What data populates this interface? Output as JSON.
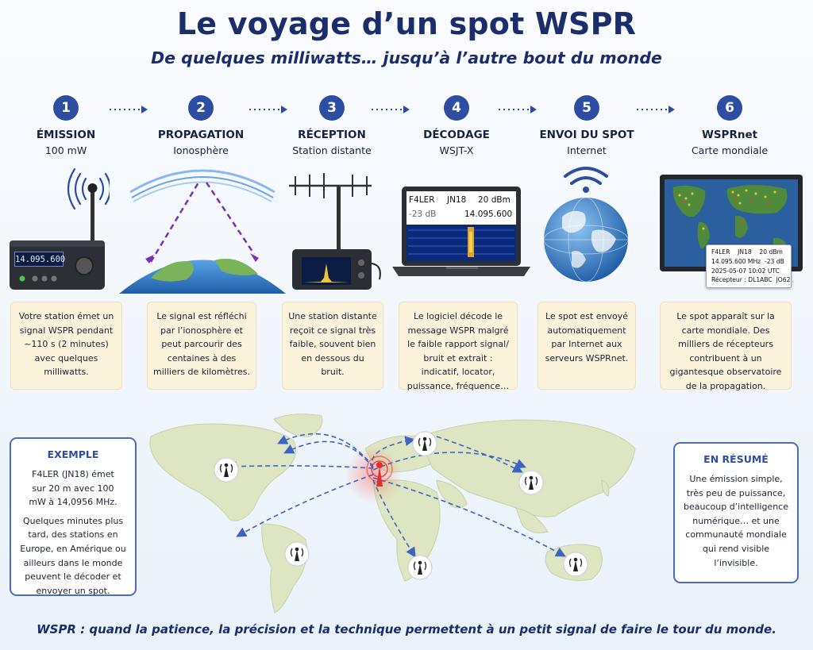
{
  "title": "Le voyage d’un spot WSPR",
  "subtitle": "De quelques milliwatts… jusqu’à l’autre bout du monde",
  "steps": [
    {
      "number": "1",
      "title": "ÉMISSION",
      "subtitle": "100 mW",
      "description": "Votre station émet un signal WSPR pendant ~110 s (2 minutes) avec quelques milliwatts."
    },
    {
      "number": "2",
      "title": "PROPAGATION",
      "subtitle": "Ionosphère",
      "description": "Le signal est réfléchi par l’ionosphère et peut parcourir des centaines à des milliers de kilomètres."
    },
    {
      "number": "3",
      "title": "RÉCEPTION",
      "subtitle": "Station distante",
      "description": "Une station distante reçoit ce signal très faible, souvent bien en dessous du bruit."
    },
    {
      "number": "4",
      "title": "DÉCODAGE",
      "subtitle": "WSJT-X",
      "description": "Le logiciel décode le message WSPR malgré le faible rapport signal/ bruit et extrait : indicatif, locator, puissance, fréquence…"
    },
    {
      "number": "5",
      "title": "ENVOI DU SPOT",
      "subtitle": "Internet",
      "description": "Le spot est envoyé automatiquement par Internet aux serveurs WSPRnet."
    },
    {
      "number": "6",
      "title": "WSPRnet",
      "subtitle": "Carte mondiale",
      "description": "Le spot apparaît sur la carte mondiale. Des milliers de récepteurs contribuent à un gigantesque observatoire de la propagation."
    }
  ],
  "transmitter": {
    "display": "14.095.600"
  },
  "laptop": {
    "callsign": "F4LER",
    "locator": "JN18",
    "power": "20 dBm",
    "snr": "-23 dB",
    "frequency": "14.095.600"
  },
  "map_popup": {
    "line1_call": "F4LER",
    "line1_loc": "JN18",
    "line1_pwr": "20 dBm",
    "line2_freq": "14.095.600 MHz",
    "line2_snr": "-23 dB",
    "line3": "2025-05-07   10:02 UTC",
    "line4_rx": "Récepteur : DL1ABC",
    "line4_loc": "JO62"
  },
  "example": {
    "title": "EXEMPLE",
    "p1": "F4LER (JN18) émet sur 20 m avec 100 mW à 14,0956 MHz.",
    "p2": "Quelques minutes plus tard, des stations en Europe, en Amérique ou ailleurs dans le monde peuvent le décoder et envoyer un spot."
  },
  "summary": {
    "title": "EN RÉSUMÉ",
    "text": "Une émission simple, très peu de puissance, beaucoup d’intelligence numérique… et une communauté mondiale qui rend visible l’invisible."
  },
  "footer": "WSPR : quand la patience, la précision et la technique permettent à un petit signal de faire le tour du monde.",
  "colors": {
    "accent": "#2d4da3",
    "title": "#1b2d6b",
    "description_bg": "#fcf3dd",
    "transmitter_marker": "#e0302e"
  },
  "icons": [
    "antenna-icon",
    "radio-transmitter-icon",
    "ionosphere-arc-icon",
    "earth-globe-icon",
    "yagi-antenna-icon",
    "receiver-icon",
    "laptop-icon",
    "wifi-icon",
    "monitor-icon",
    "receiver-station-icon",
    "transmitter-station-icon"
  ]
}
